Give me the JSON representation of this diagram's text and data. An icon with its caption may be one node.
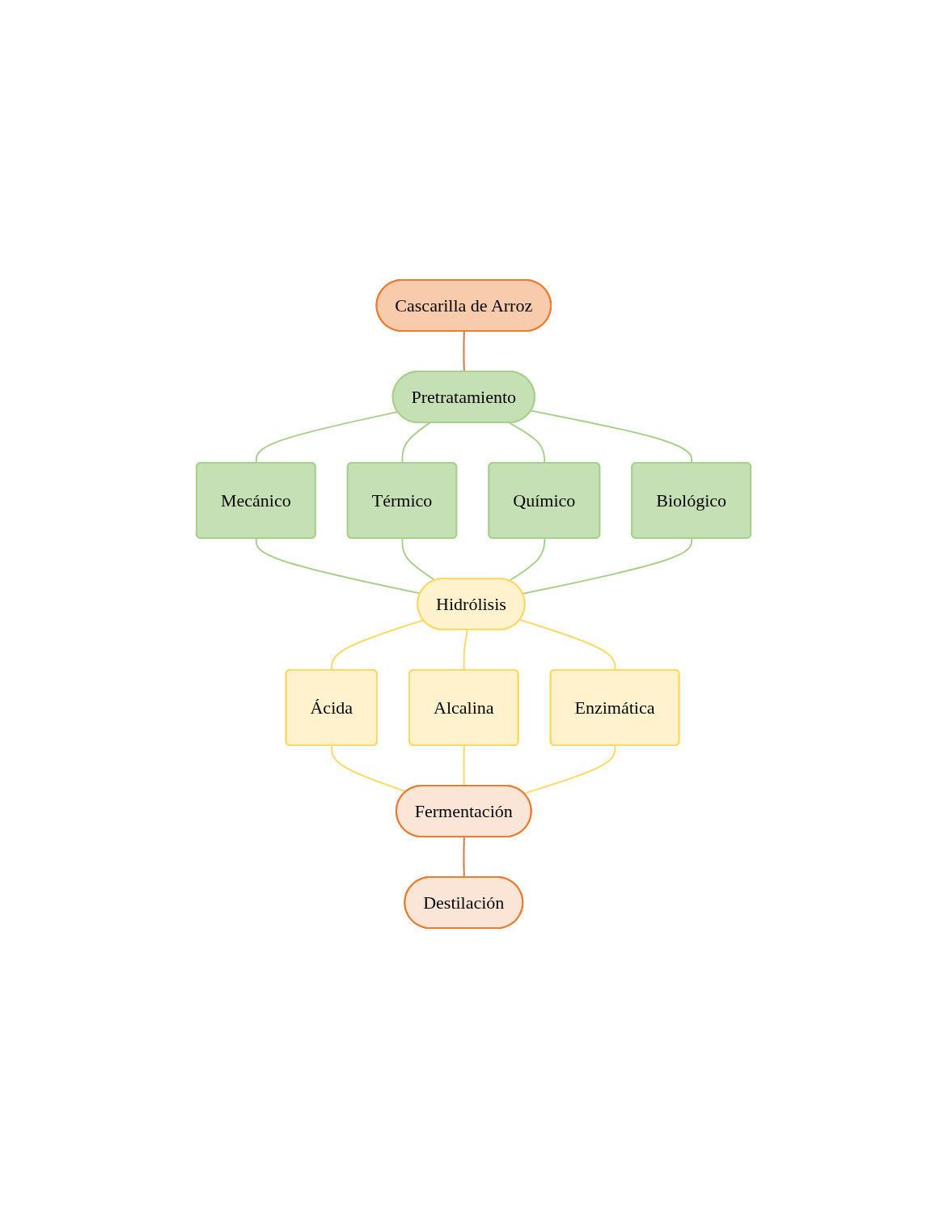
{
  "diagram": {
    "nodes": [
      {
        "text": [
          "Cascarilla de Arroz"
        ]
      },
      {
        "text": [
          "Pretratamiento"
        ]
      },
      {
        "text": [
          "Mecánico"
        ]
      },
      {
        "text": [
          "Térmico"
        ]
      },
      {
        "text": [
          "Químico"
        ]
      },
      {
        "text": [
          "Biológico"
        ]
      },
      {
        "text": [
          "Hidrólisis"
        ]
      },
      {
        "text": [
          "Ácida"
        ]
      },
      {
        "text": [
          "Alcalina"
        ]
      },
      {
        "text": [
          "Enzimática"
        ]
      },
      {
        "text": [
          "Fermentación"
        ]
      },
      {
        "text": [
          "Destilación"
        ]
      }
    ],
    "edges": [
      {
        "from": 0,
        "to": 1,
        "arrow": "none",
        "color": "#d9773f"
      },
      {
        "from": 1,
        "to": 2,
        "arrow": "none"
      },
      {
        "from": 1,
        "to": 3,
        "arrow": "none"
      },
      {
        "from": 1,
        "to": 4,
        "arrow": "none"
      },
      {
        "from": 1,
        "to": 5,
        "arrow": "none"
      },
      {
        "from": 2,
        "to": 6,
        "arrow": "none"
      },
      {
        "from": 3,
        "to": 6,
        "arrow": "none"
      },
      {
        "from": 4,
        "to": 6,
        "arrow": "none"
      },
      {
        "from": 5,
        "to": 6,
        "arrow": "none"
      },
      {
        "from": 6,
        "to": 7,
        "arrow": "none",
        "color": "#ffd966"
      },
      {
        "from": 6,
        "to": 8,
        "arrow": "none",
        "color": "#ffd966"
      },
      {
        "from": 6,
        "to": 9,
        "arrow": "none",
        "color": "#ffd966"
      },
      {
        "from": 7,
        "to": 10,
        "arrow": "none",
        "color": "#ffd966"
      },
      {
        "from": 8,
        "to": 10,
        "arrow": "none",
        "color": "#ffd966"
      },
      {
        "from": 9,
        "to": 10,
        "arrow": "none",
        "color": "#ffd966"
      },
      {
        "from": 10,
        "to": 11,
        "arrow": "none",
        "color": "#d9773f"
      }
    ]
  }
}
